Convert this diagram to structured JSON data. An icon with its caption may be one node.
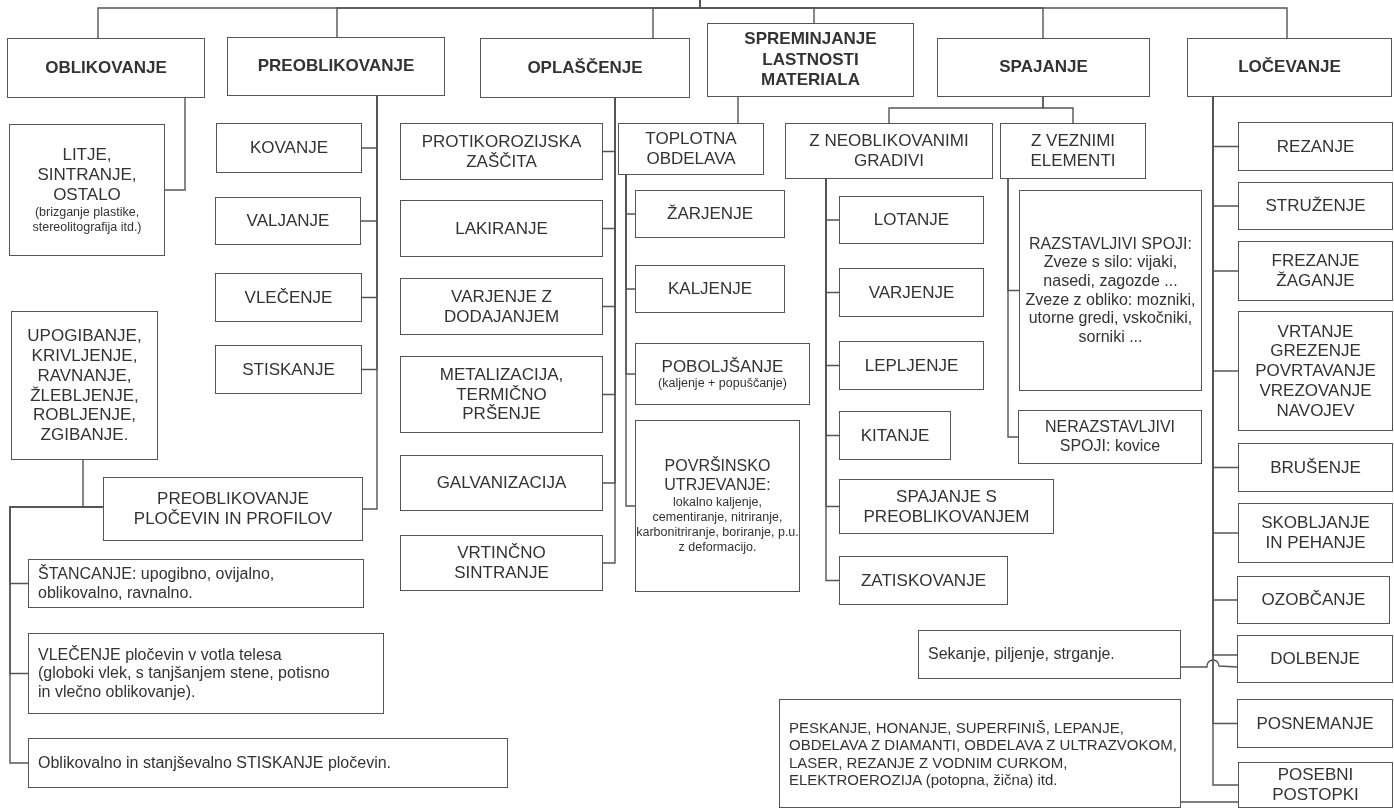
{
  "diagram": {
    "nodes": [
      {
        "text": [
          "OBLIKOVANJE"
        ]
      },
      {
        "text": [
          "PREOBLIKOVANJE"
        ]
      },
      {
        "text": [
          "OPLAŠČENJE"
        ]
      },
      {
        "text": [
          "SPREMINJANJE LASTNOSTI MATERIALA"
        ]
      },
      {
        "text": [
          "SPAJANJE"
        ]
      },
      {
        "text": [
          "LOČEVANJE"
        ]
      },
      {
        "text": [
          "LITJE, SINTRANJE, OSTALO",
          "(brizganje plastike, stereolitografija itd.)"
        ]
      },
      {
        "text": [
          "KOVANJE"
        ]
      },
      {
        "text": [
          "VALJANJE"
        ]
      },
      {
        "text": [
          "VLEČENJE"
        ]
      },
      {
        "text": [
          "STISKANJE"
        ]
      },
      {
        "text": [
          "PREOBLIKOVANJE PLOČEVIN IN PROFILOV"
        ]
      },
      {
        "text": [
          "UPOGIBANJE, KRIVLJENJE, RAVNANJE, ŽLEBLJENJE, ROBLJENJE, ZGIBANJE."
        ]
      },
      {
        "text": [
          "ŠTANCANJE: upogibno, ovijalno, oblikovalno, ravnalno."
        ]
      },
      {
        "text": [
          "VLEČENJE pločevin v votla telesa (globoki vlek, s tanjšanjem stene, potisno in vlečno oblikovanje)."
        ]
      },
      {
        "text": [
          "Oblikovalno in stanjševalno STISKANJE pločevin."
        ]
      },
      {
        "text": [
          "PROTIKOROZIJSKA ZAŠČITA"
        ]
      },
      {
        "text": [
          "LAKIRANJE"
        ]
      },
      {
        "text": [
          "VARJENJE Z DODAJANJEM"
        ]
      },
      {
        "text": [
          "METALIZACIJA, TERMIČNO PRŠENJE"
        ]
      },
      {
        "text": [
          "GALVANIZACIJA"
        ]
      },
      {
        "text": [
          "VRTINČNO SINTRANJE"
        ]
      },
      {
        "text": [
          "TOPLOTNA OBDELAVA"
        ]
      },
      {
        "text": [
          "ŽARJENJE"
        ]
      },
      {
        "text": [
          "KALJENJE"
        ]
      },
      {
        "text": [
          "POBOLJŠANJE",
          "(kaljenje + popuščanje)"
        ]
      },
      {
        "text": [
          "POVRŠINSKO UTRJEVANJE:",
          "lokalno kaljenje, cementiranje, nitriranje, karbonitriranje, boriranje, p.u. z deformacijo."
        ]
      },
      {
        "text": [
          "Z NEOBLIKOVANIMI GRADIVI"
        ]
      },
      {
        "text": [
          "LOTANJE"
        ]
      },
      {
        "text": [
          "VARJENJE"
        ]
      },
      {
        "text": [
          "LEPLJENJE"
        ]
      },
      {
        "text": [
          "KITANJE"
        ]
      },
      {
        "text": [
          "SPAJANJE S PREOBLIKOVANJEM"
        ]
      },
      {
        "text": [
          "ZATISKOVANJE"
        ]
      },
      {
        "text": [
          "Z VEZNIMI ELEMENTI"
        ]
      },
      {
        "text": [
          "RAZSTAVLJIVI SPOJI:",
          "Zveze s silo: vijaki, nasedi, zagozde ...",
          "Zveze z obliko: mozniki, utorne gredi, vskočniki, sorniki ..."
        ]
      },
      {
        "text": [
          "NERAZSTAVLJIVI SPOJI: kovice"
        ]
      },
      {
        "text": [
          "REZANJE"
        ]
      },
      {
        "text": [
          "STRUŽENJE"
        ]
      },
      {
        "text": [
          "FREZANJE ŽAGANJE"
        ]
      },
      {
        "text": [
          "VRTANJE GREZENJE POVRTAVANJE VREZOVANJE NAVOJEV"
        ]
      },
      {
        "text": [
          "BRUŠENJE"
        ]
      },
      {
        "text": [
          "SKOBLJANJE IN PEHANJE"
        ]
      },
      {
        "text": [
          "OZOBČANJE"
        ]
      },
      {
        "text": [
          "DOLBENJE"
        ]
      },
      {
        "text": [
          "Sekanje, piljenje, strganje."
        ]
      },
      {
        "text": [
          "POSNEMANJE"
        ]
      },
      {
        "text": [
          "PESKANJE, HONANJE, SUPERFINIŠ, LEPANJE, OBDELAVA Z DIAMANTI, OBDELAVA Z ULTRAZVOKOM, LASER, REZANJE Z VODNIM CURKOM, ELEKTROEROZIJA (potopna, žična) itd."
        ]
      },
      {
        "text": [
          "POSEBNI POSTOPKI"
        ]
      }
    ],
    "edges": [
      {
        "from": null,
        "to": 0,
        "arrow": "none"
      },
      {
        "from": null,
        "to": 1,
        "arrow": "none"
      },
      {
        "from": null,
        "to": 2,
        "arrow": "none"
      },
      {
        "from": null,
        "to": 3,
        "arrow": "none"
      },
      {
        "from": null,
        "to": 4,
        "arrow": "none"
      },
      {
        "from": null,
        "to": 5,
        "arrow": "none"
      },
      {
        "from": 0,
        "to": 6,
        "arrow": "none"
      },
      {
        "from": 1,
        "to": 7,
        "arrow": "none"
      },
      {
        "from": 1,
        "to": 8,
        "arrow": "none"
      },
      {
        "from": 1,
        "to": 9,
        "arrow": "none"
      },
      {
        "from": 1,
        "to": 10,
        "arrow": "none"
      },
      {
        "from": 1,
        "to": 11,
        "arrow": "none"
      },
      {
        "from": 11,
        "to": 12,
        "arrow": "none"
      },
      {
        "from": 11,
        "to": 13,
        "arrow": "none"
      },
      {
        "from": 11,
        "to": 14,
        "arrow": "none"
      },
      {
        "from": 11,
        "to": 15,
        "arrow": "none"
      },
      {
        "from": 2,
        "to": 16,
        "arrow": "none"
      },
      {
        "from": 2,
        "to": 17,
        "arrow": "none"
      },
      {
        "from": 2,
        "to": 18,
        "arrow": "none"
      },
      {
        "from": 2,
        "to": 19,
        "arrow": "none"
      },
      {
        "from": 2,
        "to": 20,
        "arrow": "none"
      },
      {
        "from": 2,
        "to": 21,
        "arrow": "none"
      },
      {
        "from": 3,
        "to": 22,
        "arrow": "none"
      },
      {
        "from": 22,
        "to": 23,
        "arrow": "none"
      },
      {
        "from": 22,
        "to": 24,
        "arrow": "none"
      },
      {
        "from": 22,
        "to": 25,
        "arrow": "none"
      },
      {
        "from": 22,
        "to": 26,
        "arrow": "none"
      },
      {
        "from": 4,
        "to": 27,
        "arrow": "none"
      },
      {
        "from": 4,
        "to": 34,
        "arrow": "none"
      },
      {
        "from": 27,
        "to": 28,
        "arrow": "none"
      },
      {
        "from": 27,
        "to": 29,
        "arrow": "none"
      },
      {
        "from": 27,
        "to": 30,
        "arrow": "none"
      },
      {
        "from": 27,
        "to": 31,
        "arrow": "none"
      },
      {
        "from": 27,
        "to": 32,
        "arrow": "none"
      },
      {
        "from": 27,
        "to": 33,
        "arrow": "none"
      },
      {
        "from": 34,
        "to": 35,
        "arrow": "none"
      },
      {
        "from": 34,
        "to": 36,
        "arrow": "none"
      },
      {
        "from": 5,
        "to": 37,
        "arrow": "none"
      },
      {
        "from": 5,
        "to": 38,
        "arrow": "none"
      },
      {
        "from": 5,
        "to": 39,
        "arrow": "none"
      },
      {
        "from": 5,
        "to": 40,
        "arrow": "none"
      },
      {
        "from": 5,
        "to": 41,
        "arrow": "none"
      },
      {
        "from": 5,
        "to": 42,
        "arrow": "none"
      },
      {
        "from": 5,
        "to": 43,
        "arrow": "none"
      },
      {
        "from": 5,
        "to": 44,
        "arrow": "none"
      },
      {
        "from": 45,
        "to": 44,
        "arrow": "none"
      },
      {
        "from": 5,
        "to": 46,
        "arrow": "none"
      },
      {
        "from": 5,
        "to": 48,
        "arrow": "none"
      },
      {
        "from": 47,
        "to": 48,
        "arrow": "none"
      }
    ]
  }
}
